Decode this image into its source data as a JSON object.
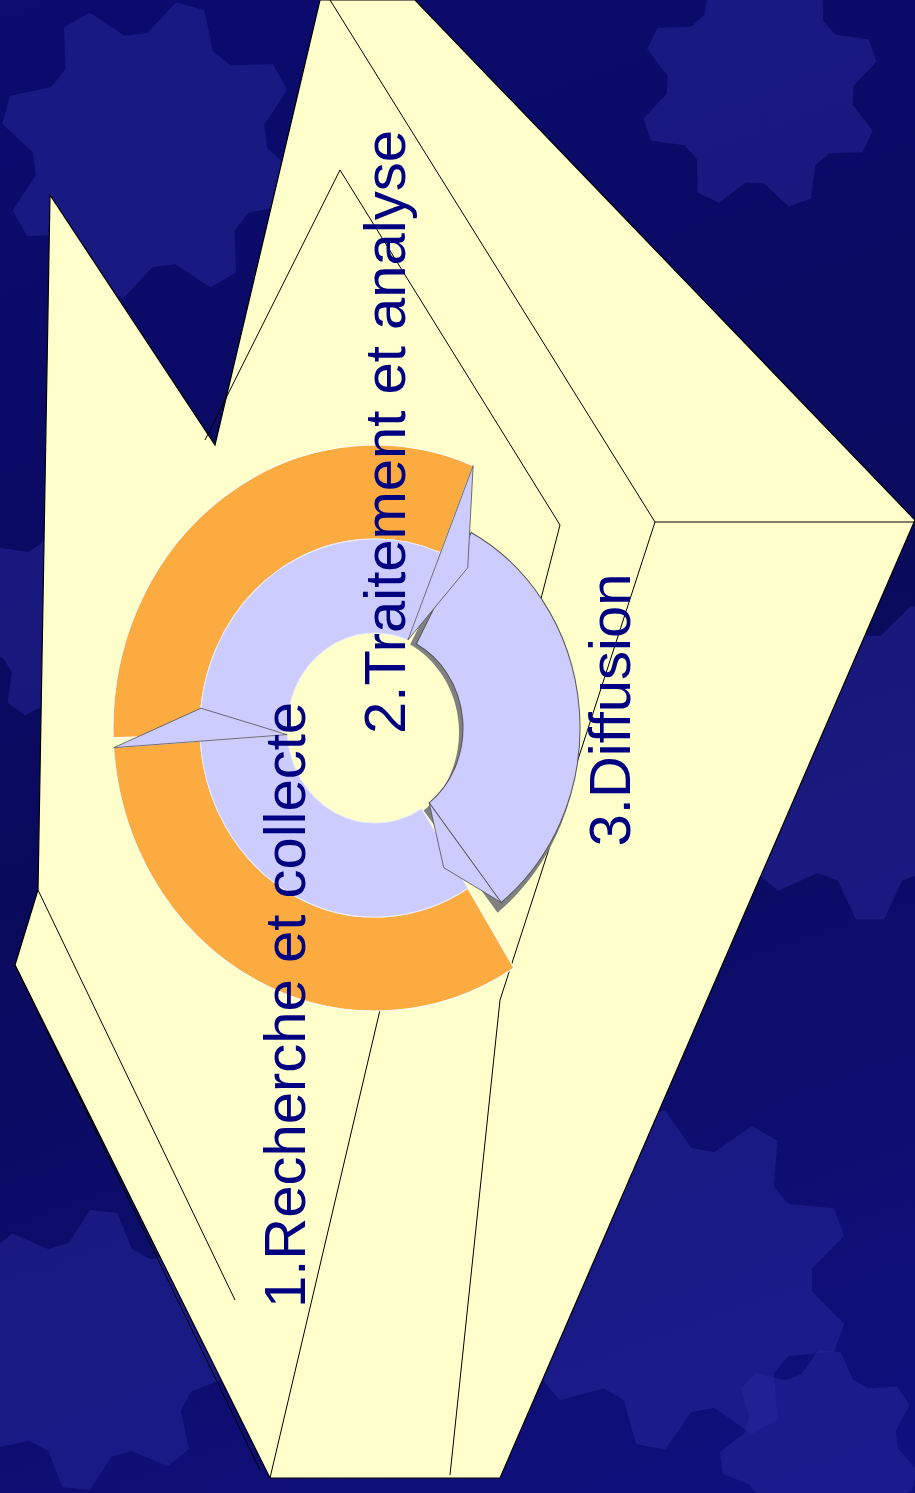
{
  "diagram": {
    "labels": [
      "1.Recherche et collecte",
      "2.Traitement et analyse",
      "3.Diffusion"
    ]
  }
}
